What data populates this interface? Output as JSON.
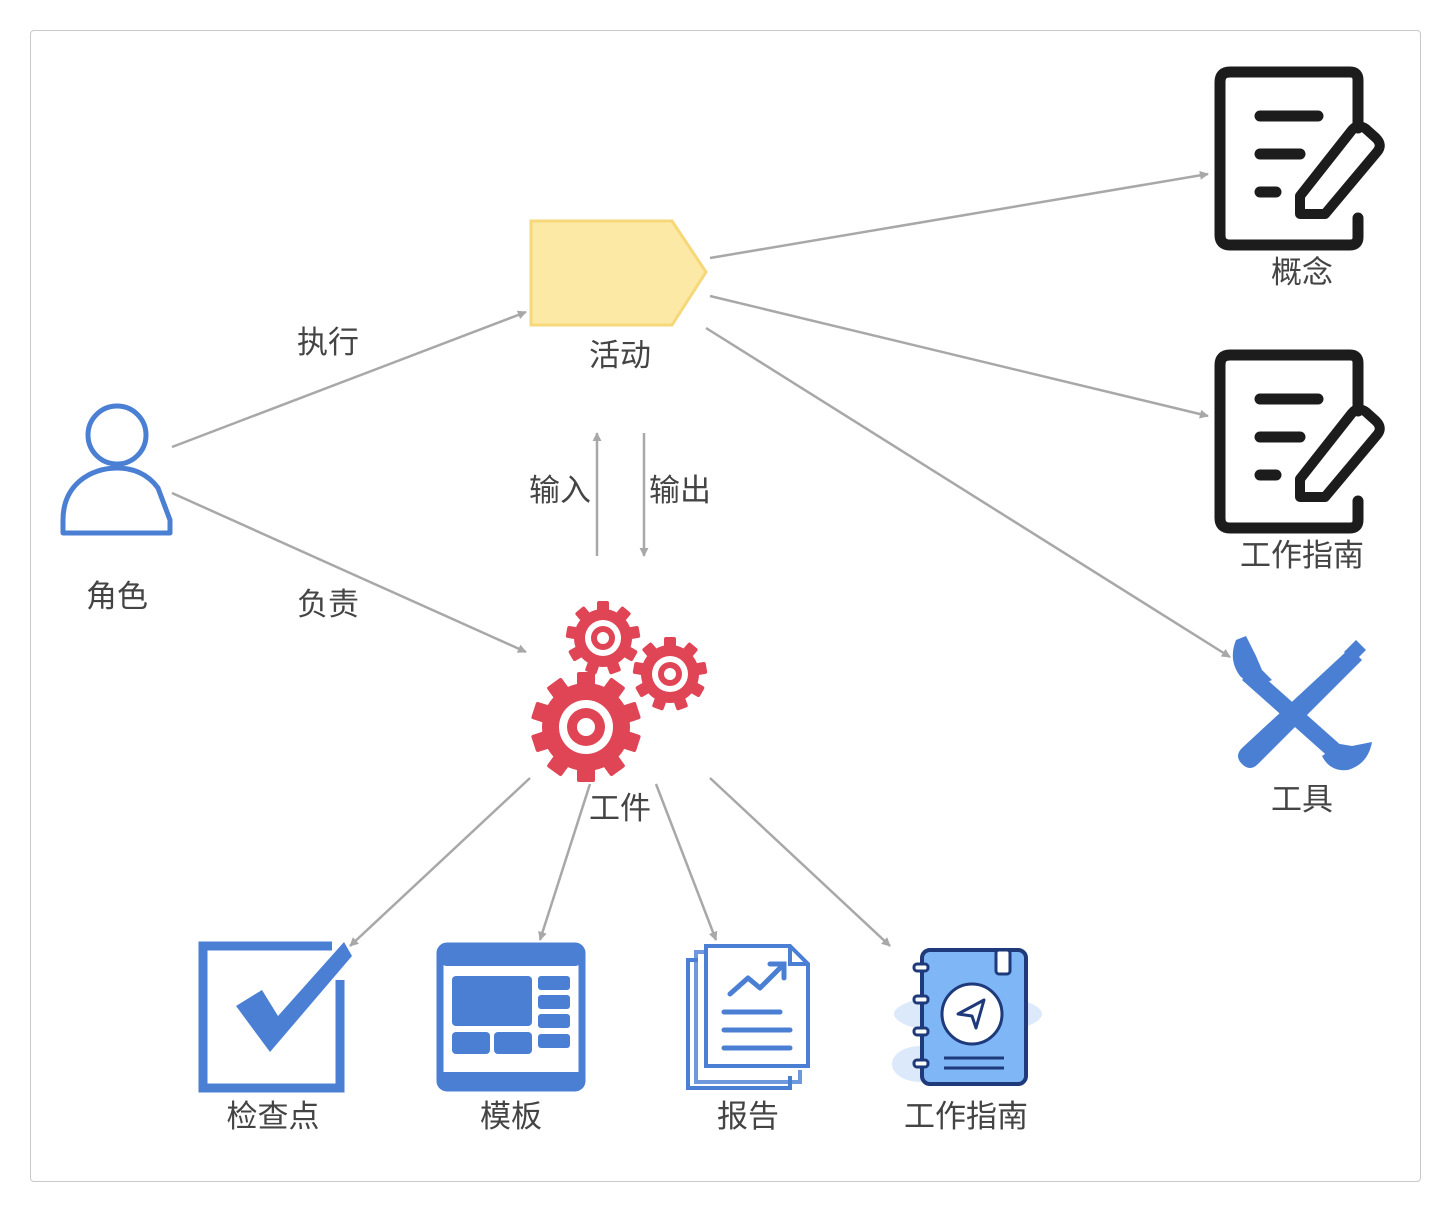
{
  "labels": {
    "role": "角色",
    "execute": "执行",
    "responsible": "负责",
    "activity": "活动",
    "input": "输入",
    "output": "输出",
    "artifact": "工件",
    "concept": "概念",
    "work_guide_right": "工作指南",
    "tool": "工具",
    "checkpoint": "检查点",
    "template": "模板",
    "report": "报告",
    "work_guide_bottom": "工作指南"
  },
  "colors": {
    "arrow": "#a8a8a8",
    "person": "#4a7fd3",
    "activity_fill": "#fde9a6",
    "activity_stroke": "#f6d779",
    "gear": "#e04556",
    "doc_icon": "#1c1c1c",
    "tool": "#4a7fd3",
    "checkpoint": "#4a7fd3",
    "template": "#4a7fd3",
    "report": "#4a7fd3",
    "guide_fill": "#7eb6f6",
    "guide_stroke": "#1e3a7a"
  },
  "icons": [
    "person-icon",
    "activity-tag-shape",
    "gears-icon",
    "document-edit-icon",
    "wrench-screwdriver-icon",
    "checkbox-icon",
    "template-layout-icon",
    "report-chart-icon",
    "guide-notebook-icon"
  ]
}
